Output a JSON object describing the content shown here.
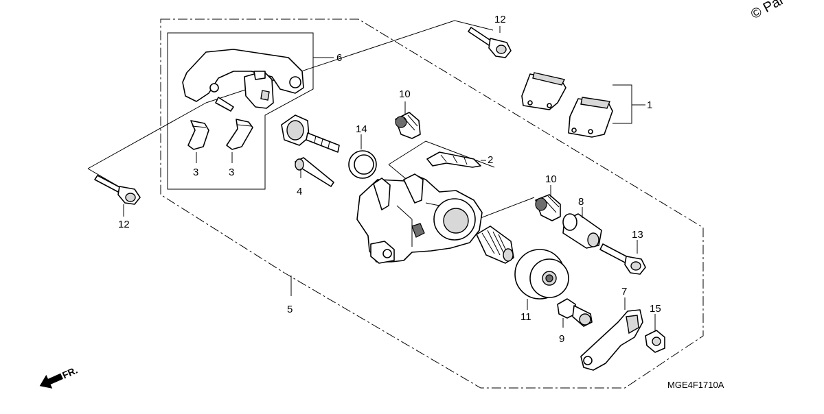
{
  "copyright": "© Par",
  "diagram_code": "MGE4F1710A",
  "front_indicator": "FR.",
  "callouts": [
    {
      "id": "c1",
      "label": "1"
    },
    {
      "id": "c2",
      "label": "2"
    },
    {
      "id": "c3a",
      "label": "3"
    },
    {
      "id": "c3b",
      "label": "3"
    },
    {
      "id": "c4",
      "label": "4"
    },
    {
      "id": "c5",
      "label": "5"
    },
    {
      "id": "c6",
      "label": "6"
    },
    {
      "id": "c7",
      "label": "7"
    },
    {
      "id": "c8",
      "label": "8"
    },
    {
      "id": "c9",
      "label": "9"
    },
    {
      "id": "c10a",
      "label": "10"
    },
    {
      "id": "c10b",
      "label": "10"
    },
    {
      "id": "c11",
      "label": "11"
    },
    {
      "id": "c12a",
      "label": "12"
    },
    {
      "id": "c12b",
      "label": "12"
    },
    {
      "id": "c13",
      "label": "13"
    },
    {
      "id": "c14",
      "label": "14"
    },
    {
      "id": "c15",
      "label": "15"
    }
  ]
}
